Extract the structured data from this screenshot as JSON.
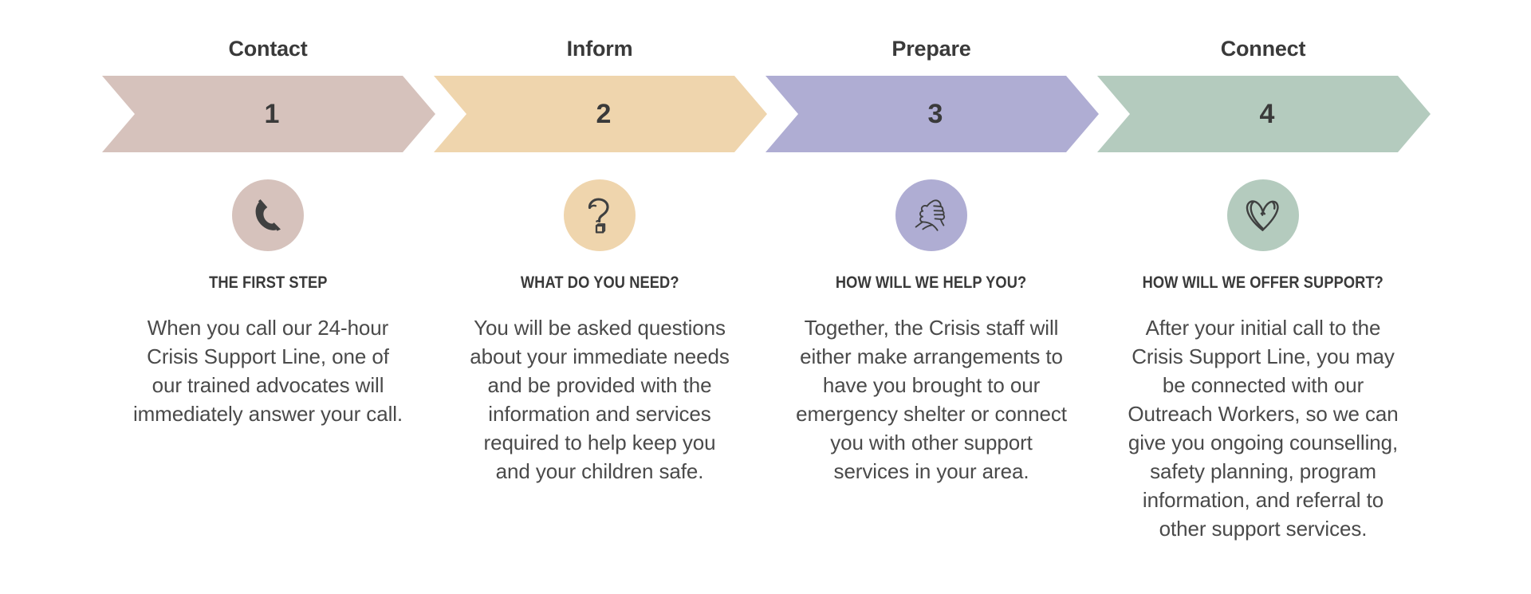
{
  "theme": {
    "background": "#ffffff",
    "text_dark": "#3a3a3a",
    "text_body": "#4a4a4a",
    "icon_stroke": "#3f4040"
  },
  "steps": [
    {
      "title": "Contact",
      "number": "1",
      "chevron_color": "#d6c2bc",
      "icon_bg": "#d6c2bc",
      "icon": "phone-handset-icon",
      "sub_title": "THE FIRST STEP",
      "body": "When you call our 24-hour Crisis Support Line, one of our trained advocates will immediately answer your call."
    },
    {
      "title": "Inform",
      "number": "2",
      "chevron_color": "#efd5ad",
      "icon_bg": "#efd5ad",
      "icon": "question-mark-icon",
      "sub_title": "WHAT DO YOU NEED?",
      "body": "You will be asked questions about your immediate needs and be provided with the information and services required to help keep you and your children safe."
    },
    {
      "title": "Prepare",
      "number": "3",
      "chevron_color": "#afadd3",
      "icon_bg": "#afadd3",
      "icon": "handshake-icon",
      "sub_title": "HOW WILL WE HELP YOU?",
      "body": "Together, the Crisis staff will either make arrangements to have you brought to our emergency shelter or connect you with other support services in your area."
    },
    {
      "title": "Connect",
      "number": "4",
      "chevron_color": "#b4cbbe",
      "icon_bg": "#b4cbbe",
      "icon": "heart-icon",
      "sub_title": "HOW WILL WE OFFER SUPPORT?",
      "body": "After your initial call to the Crisis Support Line, you may be connected with our Outreach Workers, so we can give you ongoing counselling, safety planning, program information, and referral to other support services."
    }
  ]
}
